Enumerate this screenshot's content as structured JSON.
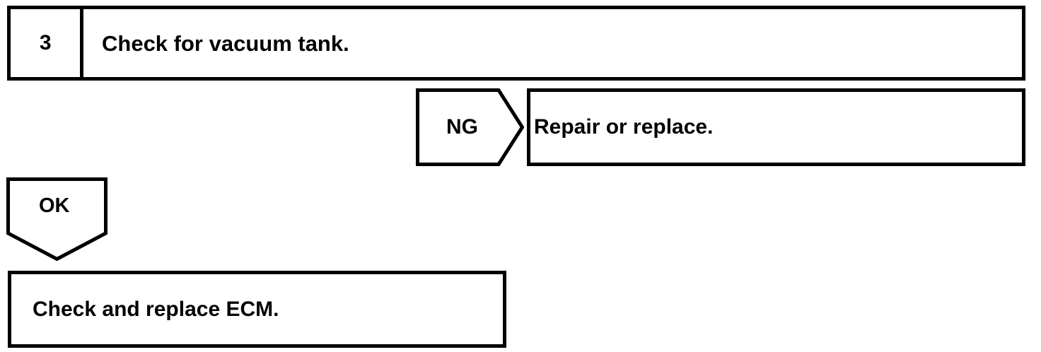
{
  "diagram": {
    "type": "troubleshooting-flowchart",
    "stroke_color": "#000000",
    "background_color": "#ffffff",
    "step": {
      "number": "3",
      "instruction": "Check for vacuum tank."
    },
    "branches": [
      {
        "label": "NG",
        "direction": "right",
        "result": "Repair or replace."
      },
      {
        "label": "OK",
        "direction": "down",
        "result": "Check and replace ECM."
      }
    ],
    "ng_branch": {
      "label": "NG",
      "result_text": "Repair or replace."
    },
    "ok_branch": {
      "label": "OK",
      "result_text": "Check and replace ECM."
    }
  }
}
